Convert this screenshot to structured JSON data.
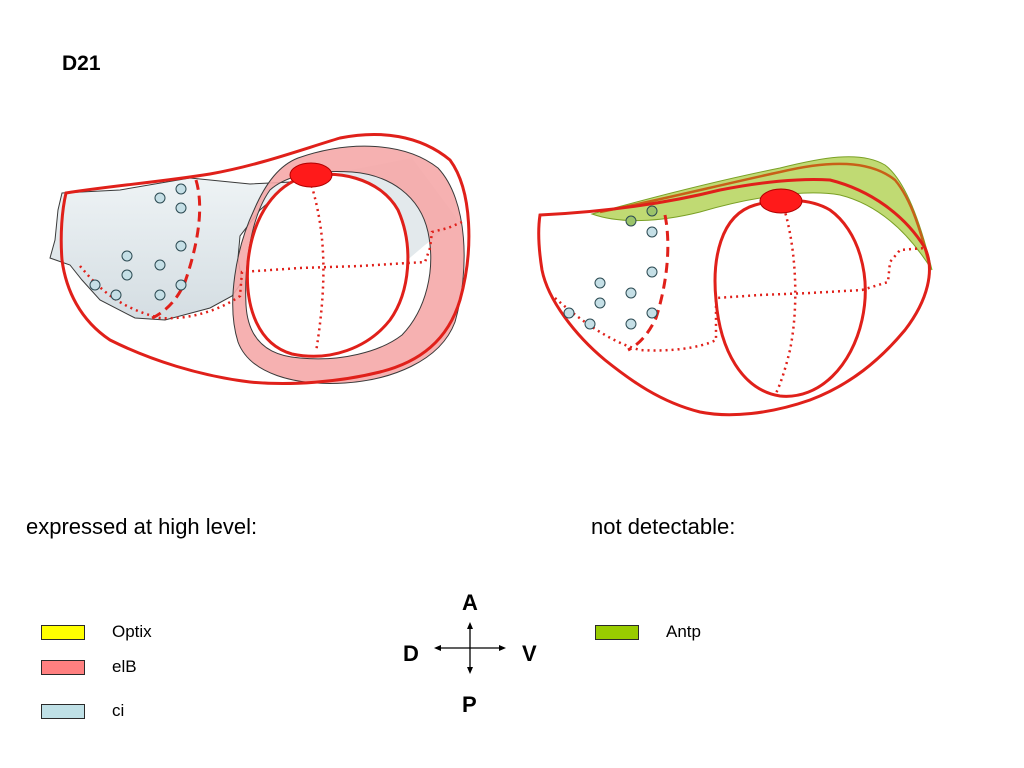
{
  "figure": {
    "title": "D21"
  },
  "headings": {
    "high": "expressed at high level:",
    "not_detected": "not detectable:"
  },
  "legend": {
    "high": [
      {
        "label": "Optix",
        "color": "#ffff00"
      },
      {
        "label": "elB",
        "color": "#ff8080"
      },
      {
        "label": "ci",
        "color": "#bfe0e6"
      }
    ],
    "not_detected": [
      {
        "label": "Antp",
        "color": "#99cc00"
      }
    ]
  },
  "compass": {
    "up": "A",
    "down": "P",
    "left": "D",
    "right": "V"
  },
  "colors": {
    "outline": "#e0201a",
    "elB": "#f5a3a3",
    "ci": "#dfe6ea",
    "antp": "#a8cc40",
    "dot": "#c5dfe6"
  }
}
